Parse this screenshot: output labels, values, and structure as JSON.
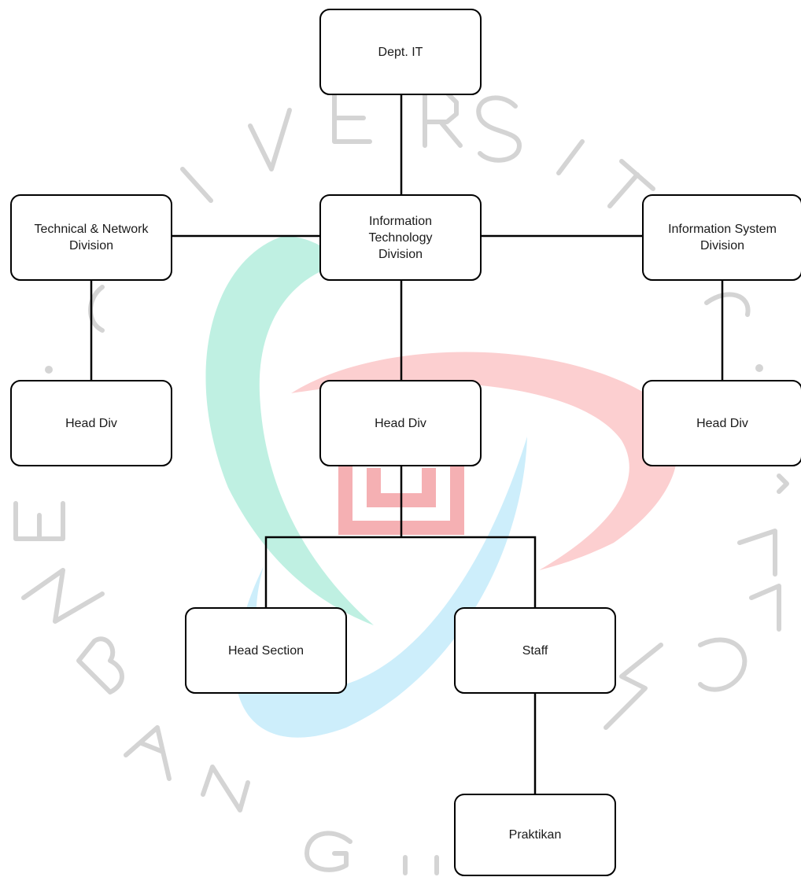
{
  "diagram": {
    "nodes": {
      "dept_it": "Dept. IT",
      "tech_network_division": "Technical & Network\nDivision",
      "it_division": "Information\nTechnology\nDivision",
      "info_system_division": "Information System\nDivision",
      "head_div_left": "Head Div",
      "head_div_center": "Head Div",
      "head_div_right": "Head Div",
      "head_section": "Head Section",
      "staff": "Staff",
      "praktikan": "Praktikan"
    }
  },
  "watermark": {
    "text": "UNIVERSITAS PEMBANGUNAN JAYA",
    "colors": {
      "letters": "#d4d4d4",
      "teal_arc": "#bff0e2",
      "red_arc": "#fccfd0",
      "blue_arc": "#cdeefb",
      "logo_bars": "#f5b0b3"
    }
  }
}
